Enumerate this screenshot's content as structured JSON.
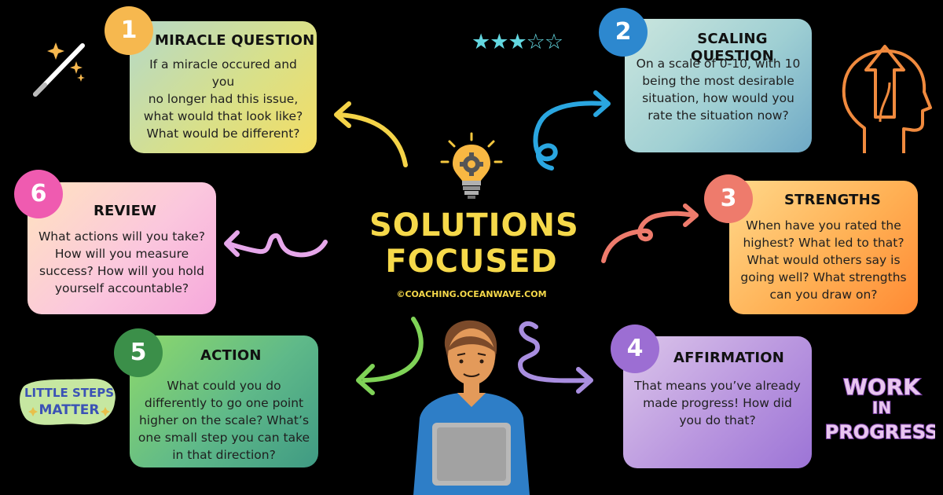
{
  "center": {
    "title_line1": "SOLUTIONS",
    "title_line2": "FOCUSED",
    "credit": "©COACHING.OCEANWAVE.COM"
  },
  "steps": [
    {
      "number": "1",
      "title": "MIRACLE QUESTION",
      "lines": [
        "If a miracle occured and you",
        "no longer had this issue,",
        "what would that look like?",
        "What would be different?"
      ]
    },
    {
      "number": "2",
      "title": "SCALING QUESTION",
      "lines": [
        "On a scale of 0-10, with 10",
        "being the most desirable",
        "situation, how would you",
        "rate the situation now?"
      ]
    },
    {
      "number": "3",
      "title": "STRENGTHS",
      "lines": [
        "When have you rated the",
        "highest? What led to that?",
        "What would others say is",
        "going well? What strengths",
        "can you draw on?"
      ]
    },
    {
      "number": "4",
      "title": "AFFIRMATION",
      "lines": [
        "That means you’ve already",
        "made progress! How did",
        "you do that?"
      ]
    },
    {
      "number": "5",
      "title": "ACTION",
      "lines": [
        "What could you do",
        "differently to go one point",
        "higher on the scale? What’s",
        "one small step you can take",
        "in that direction?"
      ]
    },
    {
      "number": "6",
      "title": "REVIEW",
      "lines": [
        "What actions will you take?",
        "How will you measure",
        "success? How will you hold",
        "yourself accountable?"
      ]
    }
  ],
  "stickers": {
    "little_steps_1": "LITTLE STEPS",
    "little_steps_2": "MATTER",
    "wip_1": "WORK",
    "wip_2": "IN",
    "wip_3": "PROGRESS"
  },
  "rating": {
    "filled": 3,
    "total": 5
  },
  "colors": {
    "title_yellow": "#f6d94a",
    "badge_1": "#f6b84f",
    "badge_2": "#2d88cf",
    "badge_3": "#ee7b6c",
    "badge_4": "#9c6ed3",
    "badge_5": "#3b8f49",
    "badge_6": "#ef5bb0"
  },
  "icons": [
    "magic-wand-icon",
    "star-rating-icon",
    "head-growth-icon",
    "lightbulb-gear-icon",
    "person-laptop-icon"
  ]
}
